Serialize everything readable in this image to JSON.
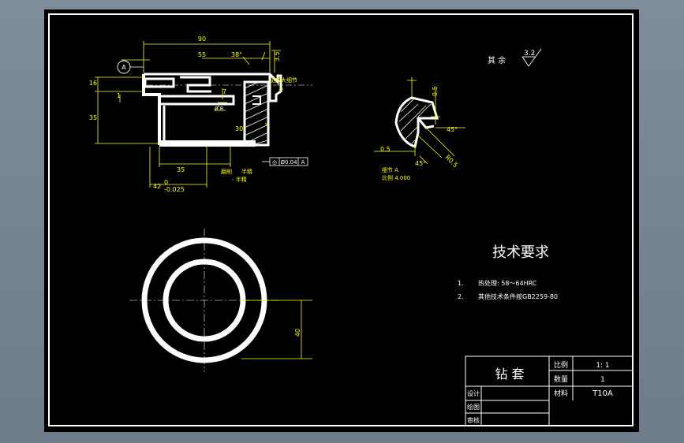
{
  "colors": {
    "background": "#000000",
    "lines": "#ffffff",
    "dimensions": "#ffff00",
    "chrome": "#7e8c9c"
  },
  "surface_note": {
    "prefix": "其 余",
    "value": "3.2"
  },
  "section_view": {
    "datum": "A",
    "dims": {
      "overall_width": "90",
      "inner_width": "55",
      "chamfer_angle": "38°",
      "chamfer_small": "3.5",
      "height_top": "16",
      "gap": "1",
      "height_total": "35",
      "step": "7",
      "roughness": "0.8",
      "angle_bottom": "30°",
      "bore_depth": "35",
      "outer_len_nom": "42",
      "outer_len_tol_up": "0",
      "outer_len_tol_low": "-0.025"
    },
    "labels": {
      "detail_ref": "见放大细节",
      "detail_letter": "A",
      "roughness_note_a": "磨削",
      "roughness_note_b": "半精",
      "roughness_note_c": "- 半精"
    },
    "tolerance_frame": {
      "symbol": "◎",
      "value": "Ø0.04",
      "datum": "A"
    }
  },
  "detail_view": {
    "dims": {
      "top": "0.5",
      "angle1": "45°",
      "bottom": "0.5",
      "angle2": "45°",
      "radius": "R0.5"
    },
    "title": "细节 A",
    "scale": "比例 4.000"
  },
  "tech_requirements": {
    "title": "技术要求",
    "items": [
      {
        "num": "1.",
        "text": "热处理: 58～64HRC"
      },
      {
        "num": "2.",
        "text": "其他技术条件按GB2259-80"
      }
    ]
  },
  "top_view": {
    "dim": "40"
  },
  "title_block": {
    "part_name": "钻  套",
    "scale_label": "比例",
    "scale_value": "1: 1",
    "qty_label": "数量",
    "qty_value": "1",
    "material_label": "材料",
    "material_value": "T10A",
    "design_label": "设计",
    "draw_label": "绘图",
    "check_label": "审核"
  }
}
